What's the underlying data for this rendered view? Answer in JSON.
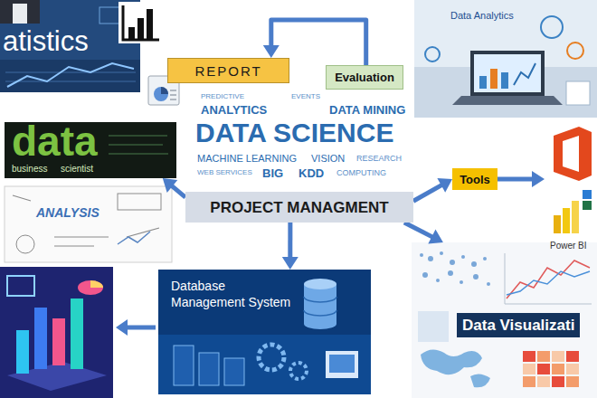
{
  "diagram": {
    "nodes": [
      {
        "text": [
          "REPORT"
        ]
      },
      {
        "text": [
          "Evaluation"
        ]
      },
      {
        "text": [
          "DATA SCIENCE"
        ]
      },
      {
        "text": [
          "PROJECT MANAGMENT"
        ]
      },
      {
        "text": [
          "data",
          "business",
          "scientist"
        ]
      },
      {
        "text": [
          "Tools"
        ]
      },
      {
        "text": [
          "Power BI"
        ]
      },
      {
        "text": [
          "Database Management System"
        ]
      },
      {
        "text": [
          "Data Visualizati"
        ]
      }
    ],
    "edges": [
      {
        "from": 1,
        "to": 0,
        "arrow": "to"
      },
      {
        "from": 3,
        "to": 4,
        "arrow": "to"
      },
      {
        "from": 3,
        "to": 7,
        "arrow": "to"
      },
      {
        "from": 3,
        "to": 8,
        "arrow": "to"
      },
      {
        "from": 3,
        "to": 5,
        "arrow": "to"
      },
      {
        "from": 5,
        "to": 6,
        "arrow": "to"
      }
    ],
    "labels": [
      "atistics",
      "Data Analytics",
      "ANALYSIS",
      "PREDICTIVE",
      "EVENTS",
      "ANALYTICS",
      "DATA MINING",
      "MACHINE LEARNING",
      "VISION",
      "RESEARCH",
      "WEB SERVICES",
      "BIG",
      "KDD",
      "COMPUTING"
    ]
  }
}
